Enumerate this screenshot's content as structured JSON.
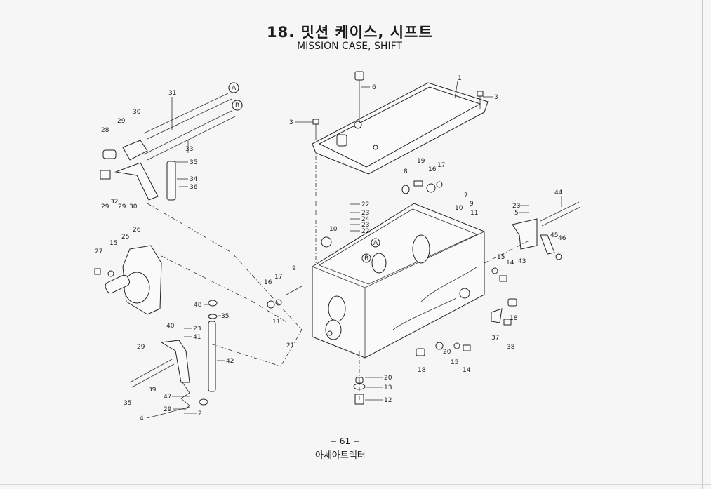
{
  "header": {
    "title": "18. 밋션 케이스, 시프트",
    "subtitle": "MISSION CASE, SHIFT"
  },
  "footer": {
    "page_number": "− 61 −",
    "publisher": "아세아트랙터"
  },
  "reference_markers": [
    "A",
    "B"
  ],
  "callouts": {
    "c1": "1",
    "c2": "2",
    "c3a": "3",
    "c3b": "3",
    "c4": "4",
    "c5": "5",
    "c6": "6",
    "c7": "7",
    "c8": "8",
    "c9a": "9",
    "c9b": "9",
    "c10a": "10",
    "c10b": "10",
    "c11a": "11",
    "c11b": "11",
    "c12": "12",
    "c13": "13",
    "c14a": "14",
    "c14b": "14",
    "c15a": "15",
    "c15b": "15",
    "c15c": "15",
    "c16a": "16",
    "c16b": "16",
    "c17a": "17",
    "c17b": "17",
    "c18a": "18",
    "c18b": "18",
    "c19": "19",
    "c20a": "20",
    "c20b": "20",
    "c21": "21",
    "c22a": "22",
    "c22b": "22",
    "c23a": "23",
    "c23b": "23",
    "c23c": "23",
    "c23d": "23",
    "c24": "24",
    "c25": "25",
    "c26": "26",
    "c27": "27",
    "c28": "28",
    "c29a": "29",
    "c29b": "29",
    "c29c": "29",
    "c29d": "29",
    "c29e": "29",
    "c30a": "30",
    "c30b": "30",
    "c31": "31",
    "c32": "32",
    "c33": "33",
    "c34": "34",
    "c35a": "35",
    "c35b": "35",
    "c35c": "35",
    "c36": "36",
    "c37": "37",
    "c38": "38",
    "c39": "39",
    "c40": "40",
    "c41": "41",
    "c42": "42",
    "c43": "43",
    "c44": "44",
    "c45": "45",
    "c46": "46",
    "c47": "47",
    "c48": "48"
  }
}
